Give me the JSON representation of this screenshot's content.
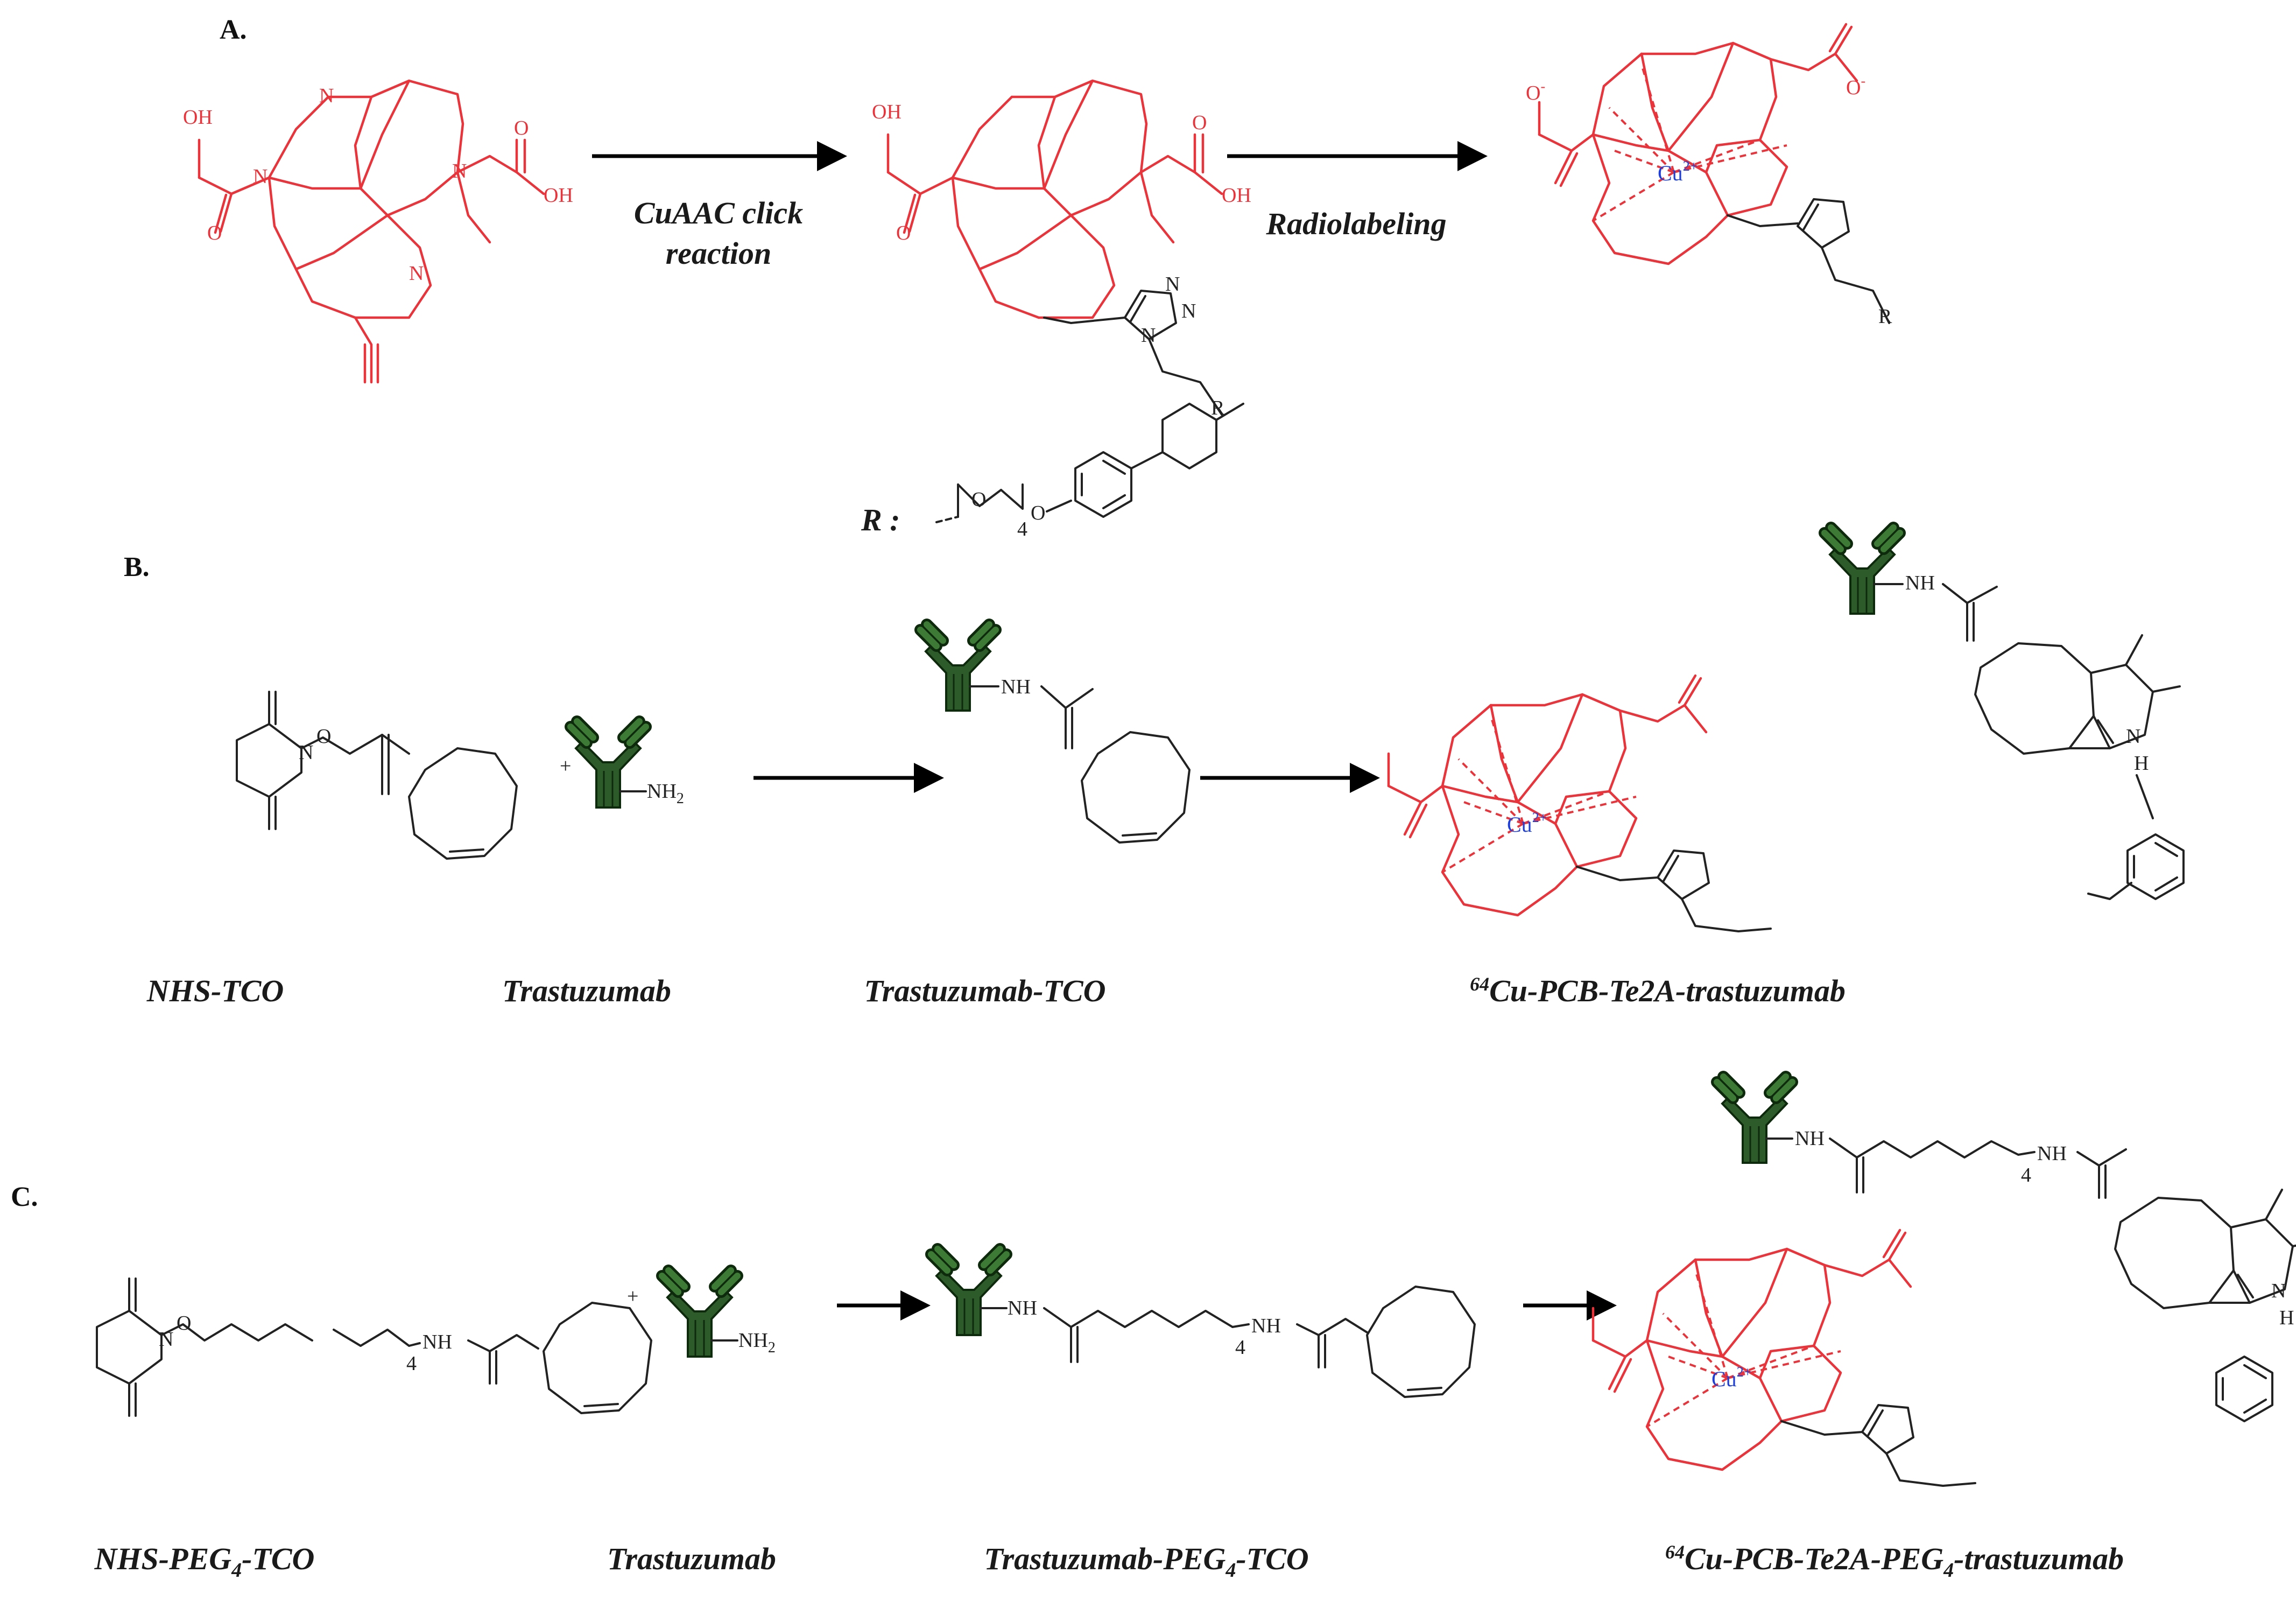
{
  "sections": {
    "a": {
      "label": "A."
    },
    "b": {
      "label": "B."
    },
    "c": {
      "label": "C."
    }
  },
  "reactions": {
    "click": [
      "CuAAC click",
      "reaction"
    ],
    "radiolabeling": "Radiolabeling"
  },
  "r_group": {
    "label": "R :",
    "sub": "4"
  },
  "compounds_b": {
    "nhs_tco": "NHS-TCO",
    "trastuzumab": "Trastuzumab",
    "trastuzumab_tco": "Trastuzumab-TCO",
    "product_mass": "64",
    "product": "Cu-PCB-Te2A-trastuzumab"
  },
  "compounds_c": {
    "nhs_peg_tco": {
      "pre": "NHS-PEG",
      "sub": "4",
      "post": "-TCO"
    },
    "trastuzumab": "Trastuzumab",
    "trastuzumab_peg_tco": {
      "pre": "Trastuzumab-PEG",
      "sub": "4",
      "post": "-TCO"
    },
    "product": {
      "mass": "64",
      "pre": "Cu-PCB-Te2A-PEG",
      "sub": "4",
      "post": "-trastuzumab"
    }
  },
  "atoms": {
    "oh": "OH",
    "n": "N",
    "o": "O",
    "o_minus": "O",
    "minus": "-",
    "r": "R",
    "cu": "Cu",
    "cu_charge": "2+",
    "nh": "NH",
    "nh2": "NH",
    "two": "2",
    "h": "H",
    "plus": "+",
    "four": "4"
  },
  "colors": {
    "chelator": "#e8343a",
    "copper": "#1f3fd6",
    "antibody": "#2e5b2a",
    "ink": "#222222"
  }
}
